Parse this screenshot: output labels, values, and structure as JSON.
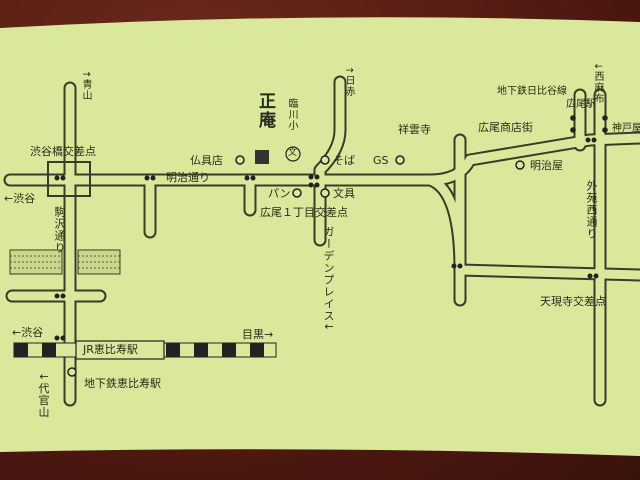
{
  "map": {
    "labels": {
      "aoyama": "↑青山",
      "hiroo_top": "↑日赤",
      "nishi_azabu": "↓西麻布",
      "chikatetsu_hibiya": "地下鉄日比谷線",
      "hiroo_station": "広尾駅",
      "kobeya": "神戸屋",
      "shibuya_bridge": "渋谷橋交差点",
      "shibuya_left": "←渋谷",
      "komazawa": "駒沢通り",
      "meiji_dori": "明治通り",
      "butsugu": "仏具店",
      "shoan": "正庵",
      "rinsen_school": "臨川小",
      "school_mark": "文",
      "soba": "そば",
      "gs": "GS",
      "shounji": "祥雲寺",
      "hiroo_shotengai": "広尾商店街",
      "meijiya": "明治屋",
      "gaien_nishi": "外苑西通り",
      "pan": "パン",
      "bungu": "文具",
      "hiroo_1chome": "広尾１丁目交差点",
      "garden_place": "ガーデンプレイス↓",
      "tengenji": "天現寺交差点",
      "shibuya_bottom": "←渋谷",
      "jr_ebisu": "JR恵比寿駅",
      "meguro": "目黒→",
      "chikatetsu_ebisu": "地下鉄恵比寿駅",
      "daikanyama": "↓代官山"
    },
    "colors": {
      "paper": "#d9e89a",
      "road_fill": "#d9e89a",
      "road_outline": "#3a3a2a",
      "ink": "#2a2a1c"
    }
  }
}
